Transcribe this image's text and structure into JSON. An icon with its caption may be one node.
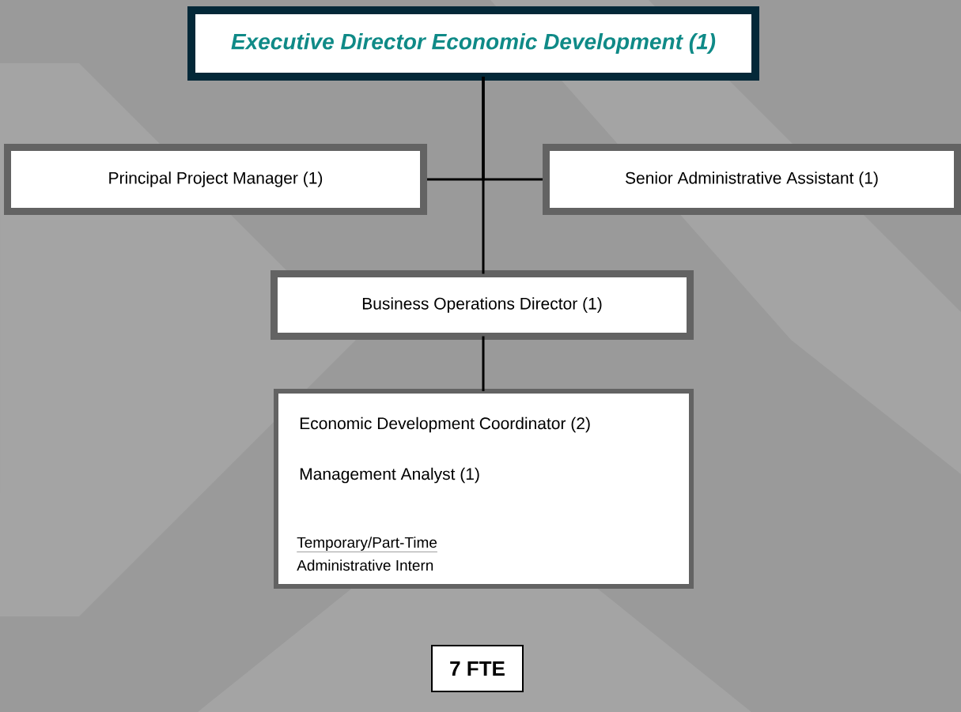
{
  "diagram": {
    "nodes": [
      {
        "text": [
          "Executive Director Economic Development (1)"
        ]
      },
      {
        "text": [
          "Principal Project Manager (1)"
        ]
      },
      {
        "text": [
          "Senior Administrative Assistant (1)"
        ]
      },
      {
        "text": [
          "Business Operations Director (1)"
        ]
      },
      {
        "text": [
          "Economic Development Coordinator (2)",
          "Management Analyst (1)",
          "Temporary/Part-Time",
          "Administrative Intern"
        ]
      },
      {
        "text": [
          "7 FTE"
        ]
      }
    ],
    "edges": [
      {
        "from": 0,
        "to": 1,
        "arrow": "none"
      },
      {
        "from": 0,
        "to": 2,
        "arrow": "none"
      },
      {
        "from": 0,
        "to": 3,
        "arrow": "none"
      },
      {
        "from": 3,
        "to": 4,
        "arrow": "none"
      }
    ]
  }
}
